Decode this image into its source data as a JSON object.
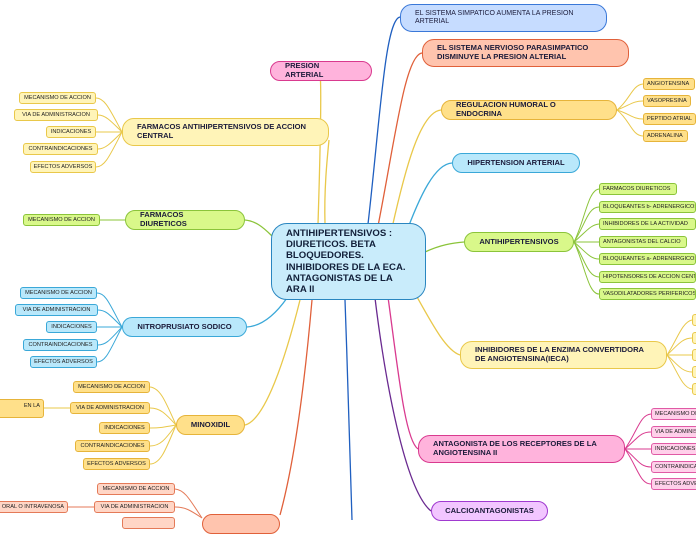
{
  "central": "ANTIHIPERTENSIVOS : DIURETICOS. BETA BLOQUEDORES. INHIBIDORES DE LA ECA. ANTAGONISTAS DE LA ARA ll",
  "topics": {
    "simpatico": "EL SISTEMA SIMPATICO AUMENTA LA PRESION ARTERIAL",
    "parasimpatico": "EL SISTEMA NERVIOSO PARASIMPATICO DISMINUYE LA PRESION ALTERIAL",
    "presion": "PRESION ARTERIAL",
    "regulacion": "REGULACION HUMORAL O ENDOCRINA",
    "hipertension": "HIPERTENSION ARTERIAL",
    "antihipertensivos": "ANTIHIPERTENSIVOS",
    "ieca": "INHIBIDORES DE LA ENZIMA CONVERTIDORA DE ANGIOTENSINA(IECA)",
    "ara": "ANTAGONISTA DE LOS RECEPTORES DE LA ANGIOTENSINA II",
    "calcio": "CALCIOANTAGONISTAS",
    "central_action": "FARMACOS ANTIHIPERTENSIVOS DE ACCION CENTRAL",
    "diureticos": "FARMACOS DIURETICOS",
    "nitroprusiato": "NITROPRUSIATO SODICO",
    "minoxidil": "MINOXIDIL"
  },
  "leaves": {
    "regulacion": [
      "ANGIOTENSINA",
      "VASOPRESINA",
      "PEPTIDO ATRIAL",
      "ADRENALINA"
    ],
    "antihipertensivos": [
      "FARMACOS  DIURETICOS",
      "BLOQUEANTES b- ADRENERGICOS",
      "INHIBIDORES DE LA ACTIVIDAD",
      "ANTAGONISTAS DEL CALCIO",
      "BLOQUEANTES a- ADRENERGICOS",
      "HIPOTENSORES DE ACCION CENTRAL",
      "VASODILATADORES PERIFERICOS"
    ],
    "ara": [
      "MECANISMO DE ACCION",
      "VIA DE ADMINISTRACION",
      "INDICACIONES",
      "CONTRAINDICACIONES",
      "EFECTOS ADVERSOS"
    ],
    "central_action": [
      "MECANISMO DE ACCION",
      "VIA DE ADMINISTRACION",
      "INDICACIONES",
      "CONTRAINDICACIONES",
      "EFECTOS ADVERSOS"
    ],
    "diureticos": [
      "MECANISMO DE ACCION"
    ],
    "nitroprusiato": [
      "MECANISMO DE ACCION",
      "VIA DE ADMINISTRACION",
      "INDICACIONES",
      "CONTRAINDICACIONES",
      "EFECTOS ADVERSOS"
    ],
    "minoxidil": [
      "MECANISMO DE ACCION",
      "VIA DE ADMINISTRACION",
      "INDICACIONES",
      "CONTRAINDICACIONES",
      "EFECTOS ADVERSOS"
    ],
    "minoxidil_sub": "EN LA",
    "bottom": [
      "MECANISMO DE ACCION",
      "VIA DE ADMINISTRACION"
    ],
    "bottom_sub": "ORAL O INTRAVENOSA"
  },
  "colors": {
    "yellow": "#e9c84a",
    "green": "#8bc43a",
    "blue": "#3aa8d8",
    "darkblue": "#1f5fc0",
    "salmon": "#e0603a",
    "pink": "#d93a8f",
    "violet": "#6a2a90"
  }
}
